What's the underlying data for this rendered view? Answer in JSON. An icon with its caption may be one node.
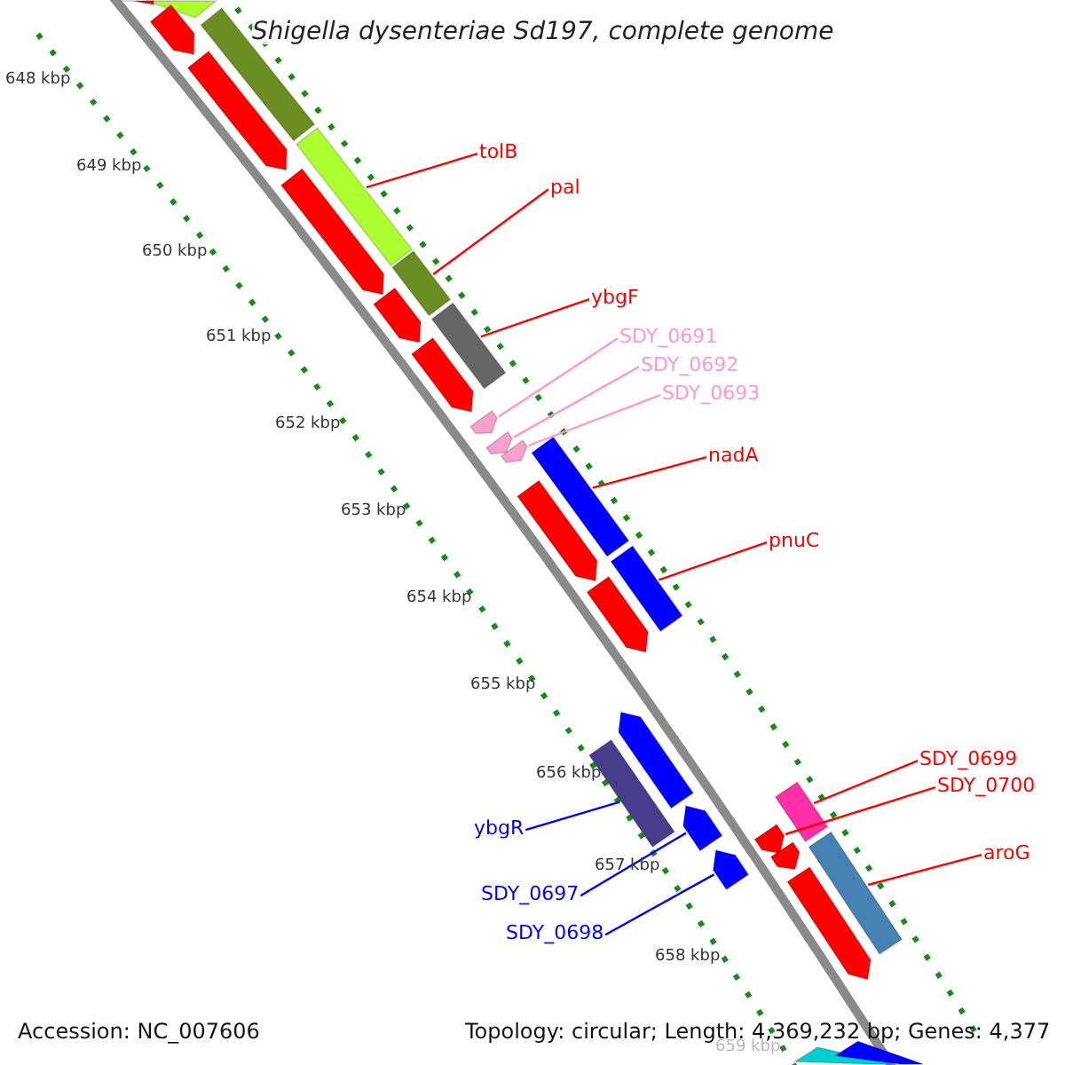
{
  "diagram": {
    "title": "Shigella dysenteriae Sd197, complete genome",
    "nodes": [
      {
        "text": [],
        "shape": "arrow"
      },
      {
        "text": [],
        "shape": "arrow"
      },
      {
        "text": [],
        "shape": "arrow"
      },
      {
        "text": [],
        "shape": "arrow"
      },
      {
        "text": [],
        "shape": "arrow"
      },
      {
        "text": [],
        "shape": "arrow"
      },
      {
        "text": [],
        "shape": "arrow"
      },
      {
        "text": [],
        "shape": "arrow"
      },
      {
        "text": [],
        "shape": "arrow"
      },
      {
        "text": [],
        "shape": "arrow"
      },
      {
        "text": [],
        "shape": "arrow"
      },
      {
        "text": [],
        "shape": "arrow"
      },
      {
        "text": [],
        "shape": "arrow"
      },
      {
        "text": [],
        "shape": "arrow"
      },
      {
        "text": [],
        "shape": "arrow"
      },
      {
        "text": [],
        "shape": "arrow"
      },
      {
        "text": [],
        "shape": "arrow"
      },
      {
        "text": [],
        "shape": "arrow"
      },
      {
        "text": [],
        "shape": "arrow"
      },
      {
        "text": [],
        "shape": "arrow"
      },
      {
        "text": [],
        "shape": "arrow"
      },
      {
        "text": [],
        "shape": "arrow"
      },
      {
        "text": [],
        "shape": "arrow"
      },
      {
        "text": [],
        "shape": "arrow"
      },
      {
        "text": [],
        "shape": "arrow"
      },
      {
        "text": [],
        "shape": "arrow"
      },
      {
        "text": [],
        "shape": "arrow"
      },
      {
        "text": [],
        "shape": "arrow"
      },
      {
        "text": [],
        "shape": "bar"
      },
      {
        "text": [
          "tolB"
        ]
      },
      {
        "text": [
          "pal"
        ]
      },
      {
        "text": [
          "ybgF"
        ]
      },
      {
        "text": [
          "SDY_0691"
        ]
      },
      {
        "text": [
          "SDY_0692"
        ]
      },
      {
        "text": [
          "SDY_0693"
        ]
      },
      {
        "text": [
          "nadA"
        ]
      },
      {
        "text": [
          "pnuC"
        ]
      },
      {
        "text": [
          "ybgR"
        ]
      },
      {
        "text": [
          "SDY_0697"
        ]
      },
      {
        "text": [
          "SDY_0698"
        ]
      },
      {
        "text": [
          "SDY_0699"
        ]
      },
      {
        "text": [
          "SDY_0700"
        ]
      },
      {
        "text": [
          "aroG"
        ]
      }
    ],
    "edges": [
      {
        "from": 29,
        "to": 5,
        "arrow": "none"
      },
      {
        "from": 30,
        "to": 7,
        "arrow": "none"
      },
      {
        "from": 31,
        "to": 9,
        "arrow": "none"
      },
      {
        "from": 32,
        "to": 11,
        "arrow": "none",
        "color": "#ff99cc"
      },
      {
        "from": 33,
        "to": 12,
        "arrow": "none",
        "color": "#ff99cc"
      },
      {
        "from": 34,
        "to": 13,
        "arrow": "none",
        "color": "#ff99cc"
      },
      {
        "from": 35,
        "to": 14,
        "arrow": "none"
      },
      {
        "from": 36,
        "to": 16,
        "arrow": "none"
      },
      {
        "from": 37,
        "to": 18,
        "arrow": "none",
        "color": "#0000ff"
      },
      {
        "from": 38,
        "to": 20,
        "arrow": "none",
        "color": "#0000ff"
      },
      {
        "from": 39,
        "to": 21,
        "arrow": "none",
        "color": "#0000ff"
      },
      {
        "from": 40,
        "to": 22,
        "arrow": "none"
      },
      {
        "from": 41,
        "to": 23,
        "arrow": "none"
      },
      {
        "from": 42,
        "to": 26,
        "arrow": "none"
      }
    ],
    "labels": [
      "648 kbp",
      "649 kbp",
      "650 kbp",
      "651 kbp",
      "652 kbp",
      "653 kbp",
      "654 kbp",
      "655 kbp",
      "656 kbp",
      "657 kbp",
      "658 kbp",
      "659 kbp",
      "Accession: NC_007606",
      "Topology: circular; Length: 4,369,232 bp; Genes: 4,377"
    ]
  }
}
